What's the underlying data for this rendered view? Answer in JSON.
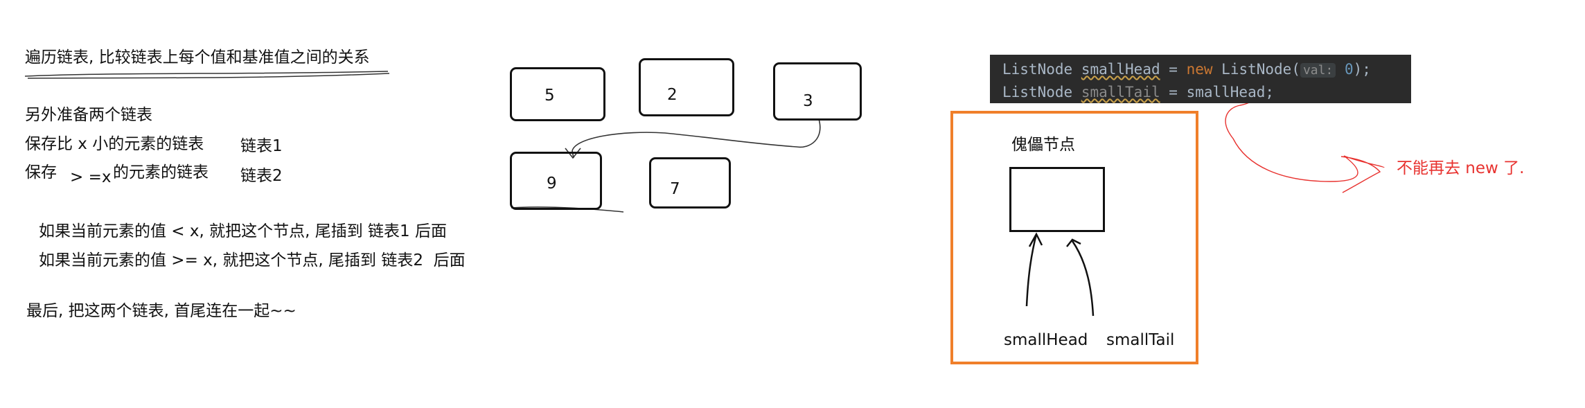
{
  "left_notes": {
    "title": "遍历链表, 比较链表上每个值和基准值之间的关系",
    "line1": "另外准备两个链表",
    "line2a": "保存比 x 小的元素的链表",
    "line2b": "链表1",
    "line3a": "保存",
    "line3b": "> =x",
    "line3c": "的元素的链表",
    "line3d": "链表2",
    "rule1": "如果当前元素的值 < x, 就把这个节点, 尾插到 链表1 后面",
    "rule2": "如果当前元素的值 >= x, 就把这个节点, 尾插到 链表2  后面",
    "final": "最后, 把这两个链表, 首尾连在一起~~"
  },
  "nodes": {
    "n1": "5",
    "n2": "2",
    "n3": "3",
    "n4": "9",
    "n5": "7"
  },
  "code": {
    "line1_type": "ListNode",
    "line1_var": "smallHead",
    "line1_eq": "=",
    "line1_new": "new",
    "line1_ctor": "ListNode(",
    "line1_hint": "val:",
    "line1_val": "0",
    "line1_end": ");",
    "line2_type": "ListNode",
    "line2_var": "smallTail",
    "line2_eq": "=",
    "line2_rhs": "smallHead;"
  },
  "dummy_diagram": {
    "title": "傀儡节点",
    "label_head": "smallHead",
    "label_tail": "smallTail"
  },
  "annotation": "不能再去 new 了.",
  "colors": {
    "orange_frame": "#f07f2a",
    "red_annotation": "#e8322f",
    "code_bg": "#2b2b2b"
  }
}
